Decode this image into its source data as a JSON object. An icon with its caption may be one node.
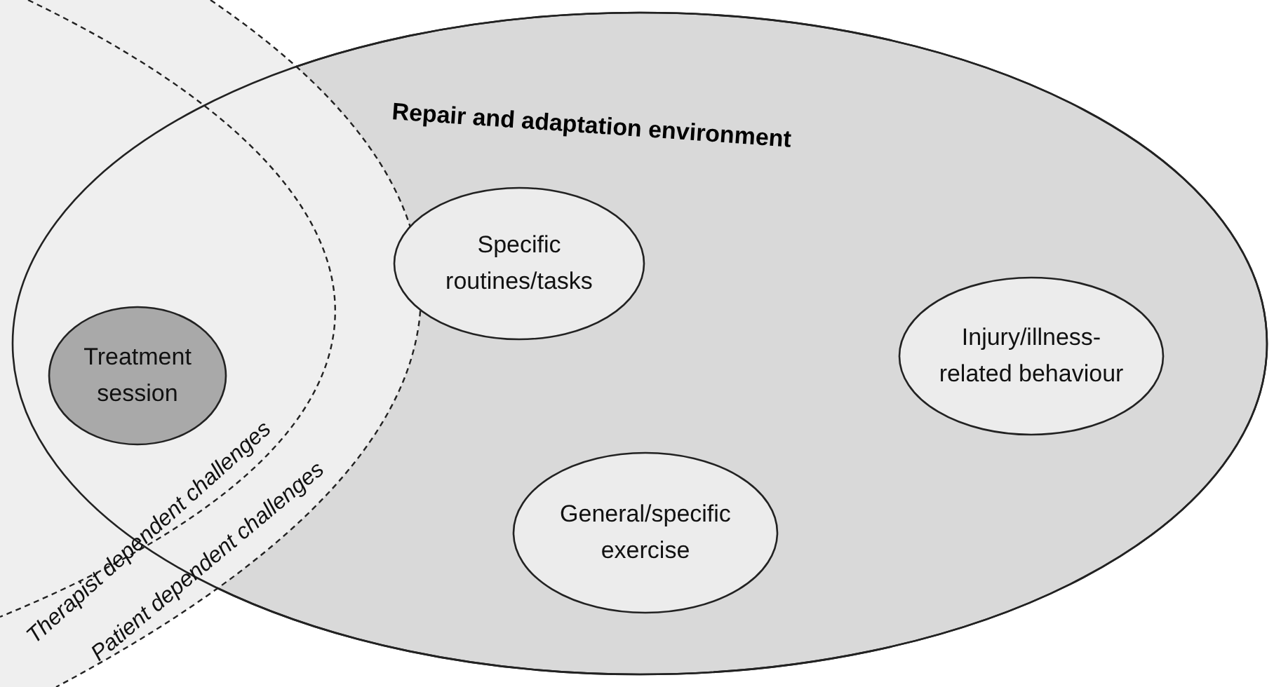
{
  "diagram": {
    "nodes": [
      {
        "text": [
          "Repair and adaptation environment"
        ]
      },
      {
        "text": [
          "Specific routines/tasks"
        ],
        "in": 0
      },
      {
        "text": [
          "Treatment session"
        ],
        "in": 0
      },
      {
        "text": [
          "Injury/illness-related behaviour"
        ],
        "in": 0
      },
      {
        "text": [
          "General/specific exercise"
        ],
        "in": 0
      }
    ],
    "labels": [
      "Therapist dependent challenges",
      "Patient dependent challenges"
    ]
  }
}
